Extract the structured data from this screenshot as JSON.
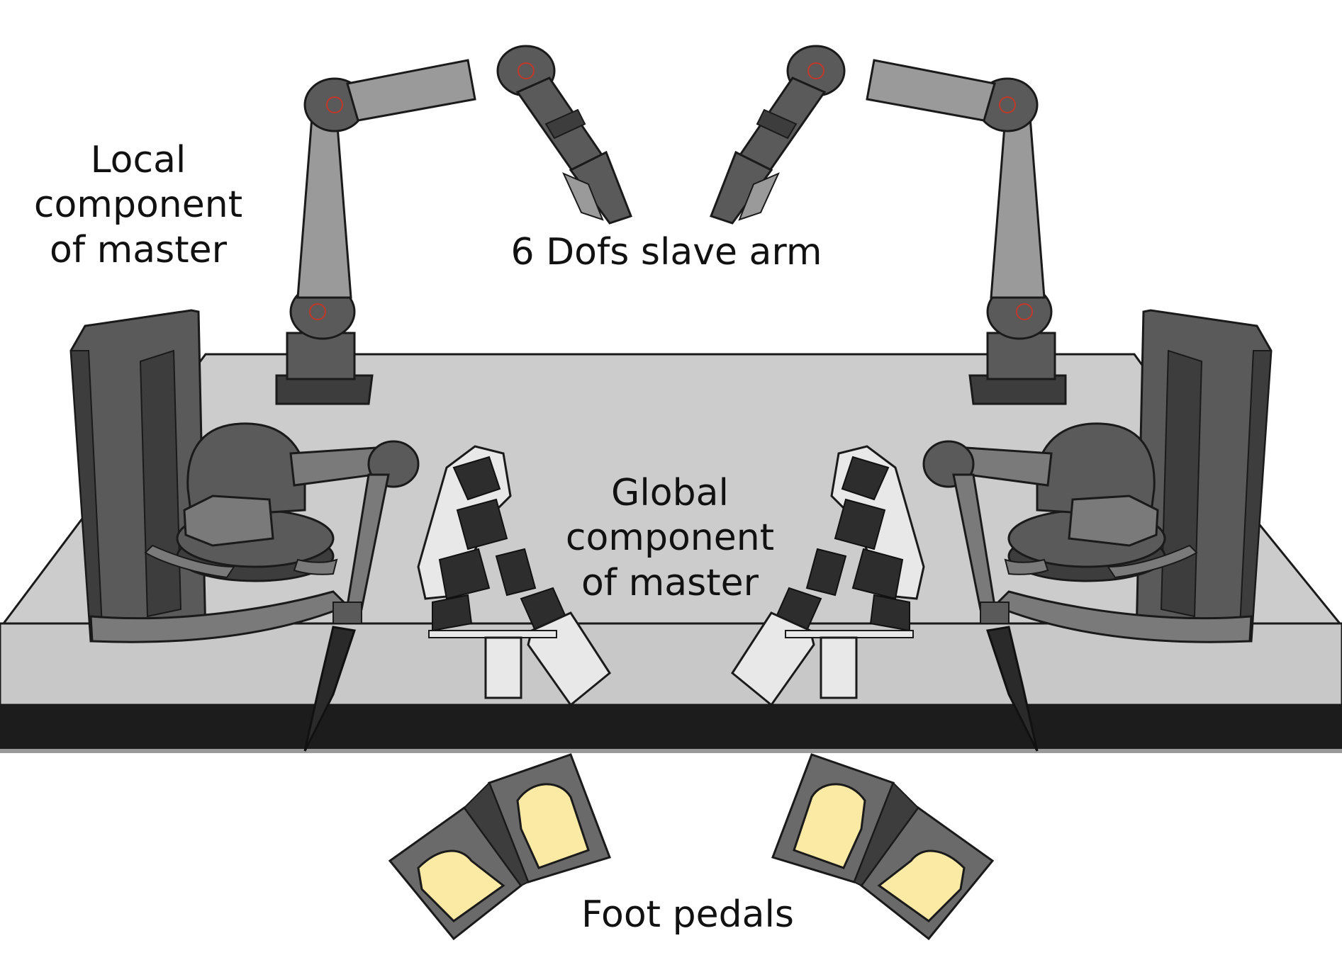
{
  "labels": {
    "local_master": [
      "Local",
      "component",
      "of master"
    ],
    "slave_arm": "6 Dofs slave arm",
    "global_master": [
      "Global",
      "component",
      "of master"
    ],
    "foot_pedals": "Foot pedals"
  },
  "colors": {
    "table_top": "#cccccc",
    "table_band": "#1c1c1c",
    "arm_dark": "#5a5a5a",
    "arm_light": "#9a9a9a",
    "joint_marker": "#c0392b",
    "pedal_pad": "#fbeaa3",
    "pedal_body": "#6a6a6a",
    "gimbal_light": "#e8e8e8",
    "gimbal_dark": "#2d2d2d"
  }
}
